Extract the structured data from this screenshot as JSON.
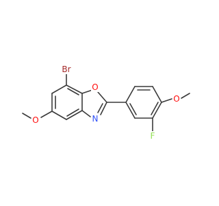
{
  "molecule": {
    "atoms": {
      "br": {
        "label": "Br",
        "color": "#a52a2a"
      },
      "o_ring": {
        "label": "O",
        "color": "#ff0d0d"
      },
      "n_ring": {
        "label": "N",
        "color": "#3050f8"
      },
      "o_left_methoxy": {
        "label": "O",
        "color": "#ff0d0d"
      },
      "o_right_methoxy": {
        "label": "O",
        "color": "#ff0d0d"
      },
      "f": {
        "label": "F",
        "color": "#90e050"
      }
    },
    "bond_color": "#3a3a3a",
    "background": "#ffffff"
  }
}
